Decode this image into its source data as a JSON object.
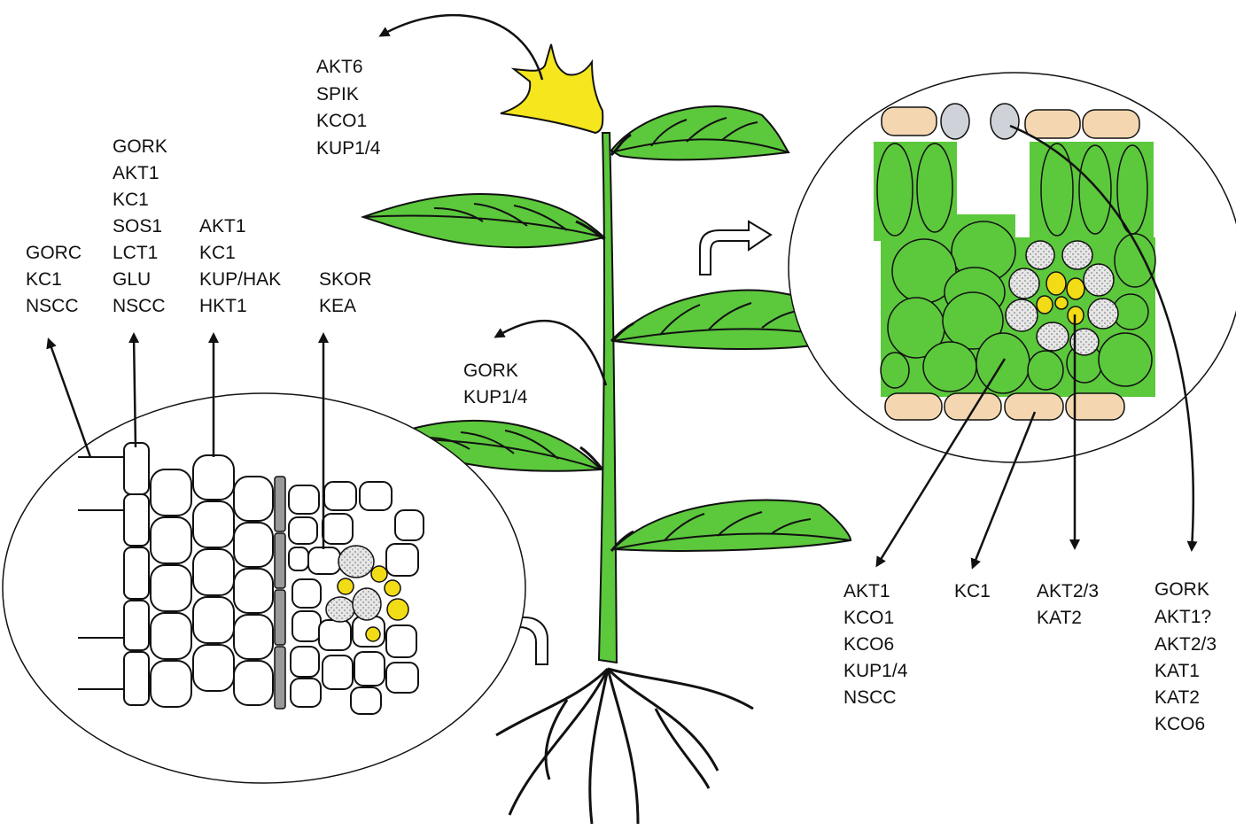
{
  "colors": {
    "leaf_green": "#5cc83c",
    "stem_green": "#5cc83c",
    "flower_yellow": "#f5e61e",
    "epidermis_tan": "#f4d7b0",
    "guard_cell_grey": "#cfd3d9",
    "outline": "#111111",
    "xylem_yellow": "#f2dc16"
  },
  "labels": {
    "flower": [
      "AKT6",
      "SPIK",
      "KCO1",
      "KUP1/4"
    ],
    "stem": [
      "GORK",
      "KUP1/4"
    ],
    "root_hair": [
      "GORC",
      "KC1",
      "NSCC"
    ],
    "root_epidermis": [
      "GORK",
      "AKT1",
      "KC1",
      "SOS1",
      "LCT1",
      "GLU",
      "NSCC"
    ],
    "root_cortex": [
      "AKT1",
      "KC1",
      "KUP/HAK",
      "HKT1"
    ],
    "root_stele": [
      "SKOR",
      "KEA"
    ],
    "leaf_mesophyll": [
      "AKT1",
      "KCO1",
      "KCO6",
      "KUP1/4",
      "NSCC"
    ],
    "leaf_epidermis": [
      "KC1"
    ],
    "leaf_vascular": [
      "AKT2/3",
      "KAT2"
    ],
    "guard_cell": [
      "GORK",
      "AKT1?",
      "AKT2/3",
      "KAT1",
      "KAT2",
      "KCO6"
    ]
  },
  "icons": [
    "curved-arrow-icon",
    "hollow-bent-arrow-icon"
  ]
}
